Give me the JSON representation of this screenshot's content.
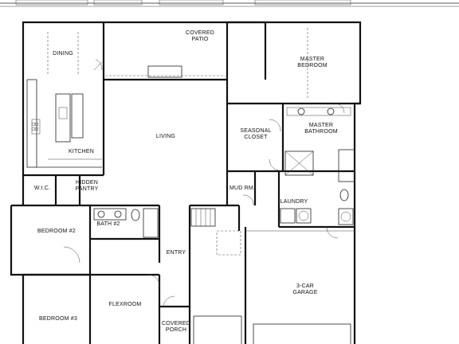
{
  "rooms": {
    "covered_patio": {
      "name_line1": "COVERED",
      "name_line2": "PATIO"
    },
    "master_bedroom": {
      "name_line1": "MASTER",
      "name_line2": "BEDROOM"
    },
    "dining": {
      "name": "DINING"
    },
    "living": {
      "name": "LIVING"
    },
    "seasonal_closet": {
      "name_line1": "SEASONAL",
      "name_line2": "CLOSET"
    },
    "master_bathroom": {
      "name_line1": "MASTER",
      "name_line2": "BATHROOM"
    },
    "kitchen": {
      "name": "KITCHEN"
    },
    "wic": {
      "name": "W.I.C."
    },
    "hidden_pantry": {
      "name_line1": "HIDDEN",
      "name_line2": "PANTRY"
    },
    "mud_rm": {
      "name": "MUD RM."
    },
    "laundry": {
      "name": "LAUNDRY"
    },
    "bedroom2": {
      "name": "BEDROOM #2"
    },
    "bath2": {
      "name": "BATH #2"
    },
    "entry": {
      "name": "ENTRY"
    },
    "garage": {
      "name_line1": "3-CAR",
      "name_line2": "GARAGE"
    },
    "flexroom": {
      "name": "FLEXROOM"
    },
    "bedroom3": {
      "name": "BEDROOM #3"
    },
    "covered_porch": {
      "name_line1": "COVERED",
      "name_line2": "PORCH"
    }
  }
}
